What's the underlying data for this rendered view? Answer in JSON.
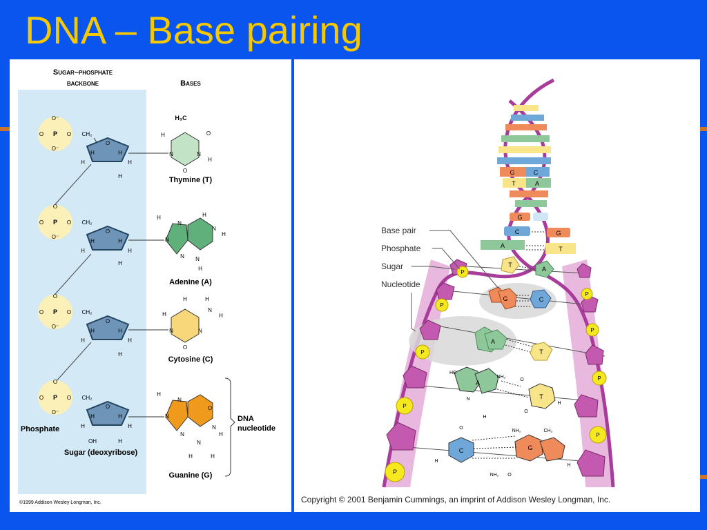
{
  "title": "DNA – Base pairing",
  "left_panel": {
    "header_backbone_line1": "Sugar–phosphate",
    "header_backbone_line2": "backbone",
    "header_bases": "Bases",
    "atom_o": "O",
    "atom_o_minus": "O⁻",
    "atom_p": "P",
    "atom_h": "H",
    "atom_n": "N",
    "atom_oh": "OH",
    "atom_ch2": "CH₂",
    "atom_h3c": "H₃C",
    "bases": [
      {
        "label": "Thymine (T)",
        "color": "#c3e3c6"
      },
      {
        "label": "Adenine (A)",
        "color": "#5fb07a"
      },
      {
        "label": "Cytosine (C)",
        "color": "#f7d77a"
      },
      {
        "label": "Guanine (G)",
        "color": "#ef9a1c"
      }
    ],
    "phosphate_label": "Phosphate",
    "sugar_label": "Sugar (deoxyribose)",
    "nucleotide_label_line1": "DNA",
    "nucleotide_label_line2": "nucleotide",
    "copyright": "©1999 Addison Wesley Longman, Inc.",
    "colors": {
      "backbone_bg": "#d3e9f6",
      "phosphate_circle": "#fbf0b8",
      "sugar": "#6e95b8"
    }
  },
  "right_panel": {
    "labels": {
      "base_pair": "Base pair",
      "phosphate": "Phosphate",
      "sugar": "Sugar",
      "nucleotide": "Nucleotide"
    },
    "letters": {
      "a": "A",
      "t": "T",
      "g": "G",
      "c": "C",
      "p": "P"
    },
    "chem": {
      "hc": "HC",
      "nh2": "NH₂",
      "ch3": "CH₃",
      "o": "O",
      "n": "N",
      "h": "H",
      "c": "C"
    },
    "copyright": "Copyright © 2001 Benjamin Cummings, an imprint of Addison Wesley Longman, Inc.",
    "colors": {
      "backbone": "#a83c9a",
      "backbone_light": "#e8b8de",
      "phosphate": "#f6e81e",
      "g": "#ef8a5a",
      "c": "#6fa8d8",
      "a": "#8ec89a",
      "t": "#f8e58a"
    }
  }
}
